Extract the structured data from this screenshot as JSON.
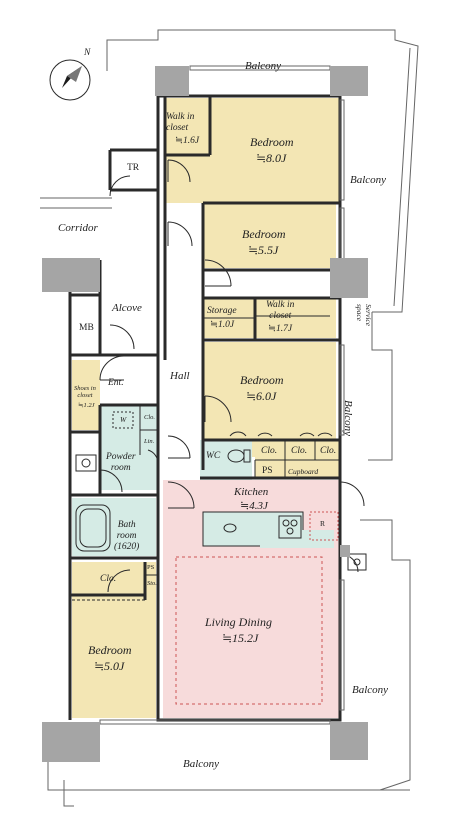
{
  "compass": {
    "north_label": "N"
  },
  "rooms": {
    "walk_in_closet_1": {
      "name": "Walk in\ncloset",
      "size": "≒1.6J"
    },
    "bedroom_1": {
      "name": "Bedroom",
      "size": "≒8.0J"
    },
    "tr": {
      "name": "TR"
    },
    "corridor": {
      "name": "Corridor"
    },
    "bedroom_2": {
      "name": "Bedroom",
      "size": "≒5.5J"
    },
    "mb": {
      "name": "MB"
    },
    "alcove": {
      "name": "Alcove"
    },
    "storage": {
      "name": "Storage",
      "size": "≒1.0J"
    },
    "walk_in_closet_2": {
      "name": "Walk in\ncloset",
      "size": "≒1.7J"
    },
    "service_space": {
      "name": "Service\nspace"
    },
    "shoes_closet": {
      "name": "Shoes in\ncloset",
      "size": "≒1.2J"
    },
    "entrance": {
      "name": "Ent."
    },
    "hall": {
      "name": "Hall"
    },
    "bedroom_3": {
      "name": "Bedroom",
      "size": "≒6.0J"
    },
    "w": {
      "name": "W"
    },
    "clo_small": {
      "name": "Clo."
    },
    "lin": {
      "name": "Lin."
    },
    "powder_room": {
      "name": "Powder\nroom"
    },
    "wc": {
      "name": "WC"
    },
    "clo_a": {
      "name": "Clo."
    },
    "clo_b": {
      "name": "Clo."
    },
    "clo_c": {
      "name": "Clo."
    },
    "ps_1": {
      "name": "PS"
    },
    "cupboard": {
      "name": "Cupboard"
    },
    "kitchen": {
      "name": "Kitchen",
      "size": "≒4.3J"
    },
    "r": {
      "name": "R"
    },
    "bath_room": {
      "name": "Bath\nroom\n(1620)"
    },
    "clo_bed4": {
      "name": "Clo."
    },
    "ps_2": {
      "name": "PS"
    },
    "sto": {
      "name": "Sto."
    },
    "living_dining": {
      "name": "Living Dining",
      "size": "≒15.2J"
    },
    "bedroom_4": {
      "name": "Bedroom",
      "size": "≒5.0J"
    }
  },
  "balconies": {
    "top": "Balcony",
    "right_upper": "Balcony",
    "right_middle": "Balcony",
    "right_lower": "Balcony",
    "bottom": "Balcony"
  },
  "colors": {
    "bedroom": "#f3e6b4",
    "wet_area": "#d5ebe5",
    "ldk": "#f7dbdb",
    "column": "#a5a5a5",
    "wall": "#2a2a2a"
  }
}
